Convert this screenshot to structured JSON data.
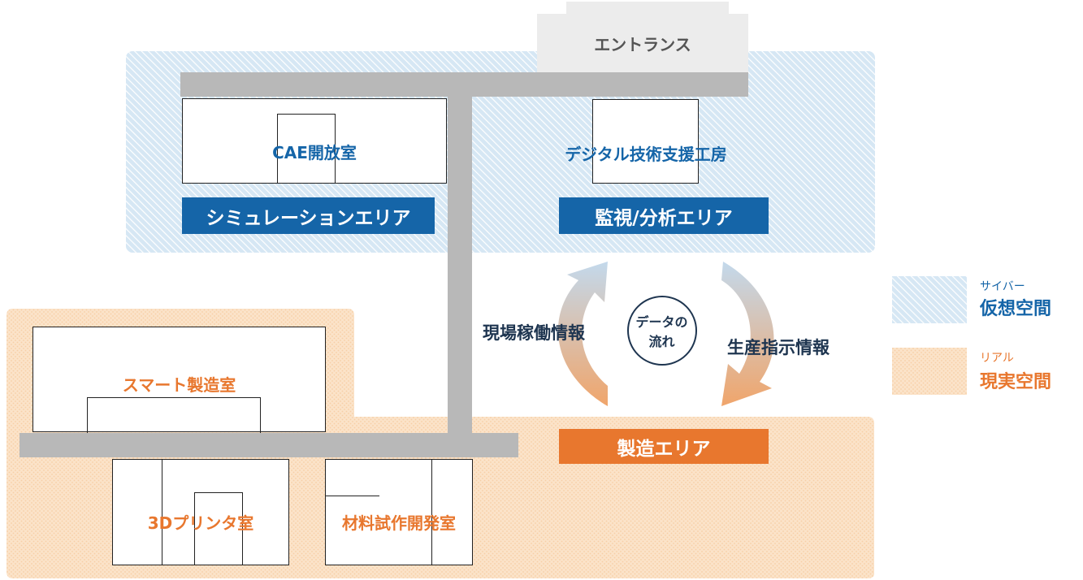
{
  "colors": {
    "virtual": "#1565a8",
    "real": "#e8772e",
    "corridor": "#b8b8b8",
    "text_dark": "#1e3550"
  },
  "entrance": {
    "label": "エントランス"
  },
  "virtual_zone": {
    "rooms": {
      "cae": "CAE開放室",
      "digital": "デジタル技術支援工房"
    },
    "area_tags": {
      "simulation": "シミュレーションエリア",
      "monitoring": "監視/分析エリア"
    }
  },
  "real_zone": {
    "rooms": {
      "smart": "スマート製造室",
      "printer": "3Dプリンタ室",
      "material": "材料試作開発室"
    },
    "area_tag": "製造エリア"
  },
  "flow": {
    "center_line1": "データの",
    "center_line2": "流れ",
    "left_label": "現場稼働情報",
    "right_label": "生産指示情報"
  },
  "legend": {
    "virtual": {
      "small": "サイバー",
      "big": "仮想空間"
    },
    "real": {
      "small": "リアル",
      "big": "現実空間"
    }
  }
}
